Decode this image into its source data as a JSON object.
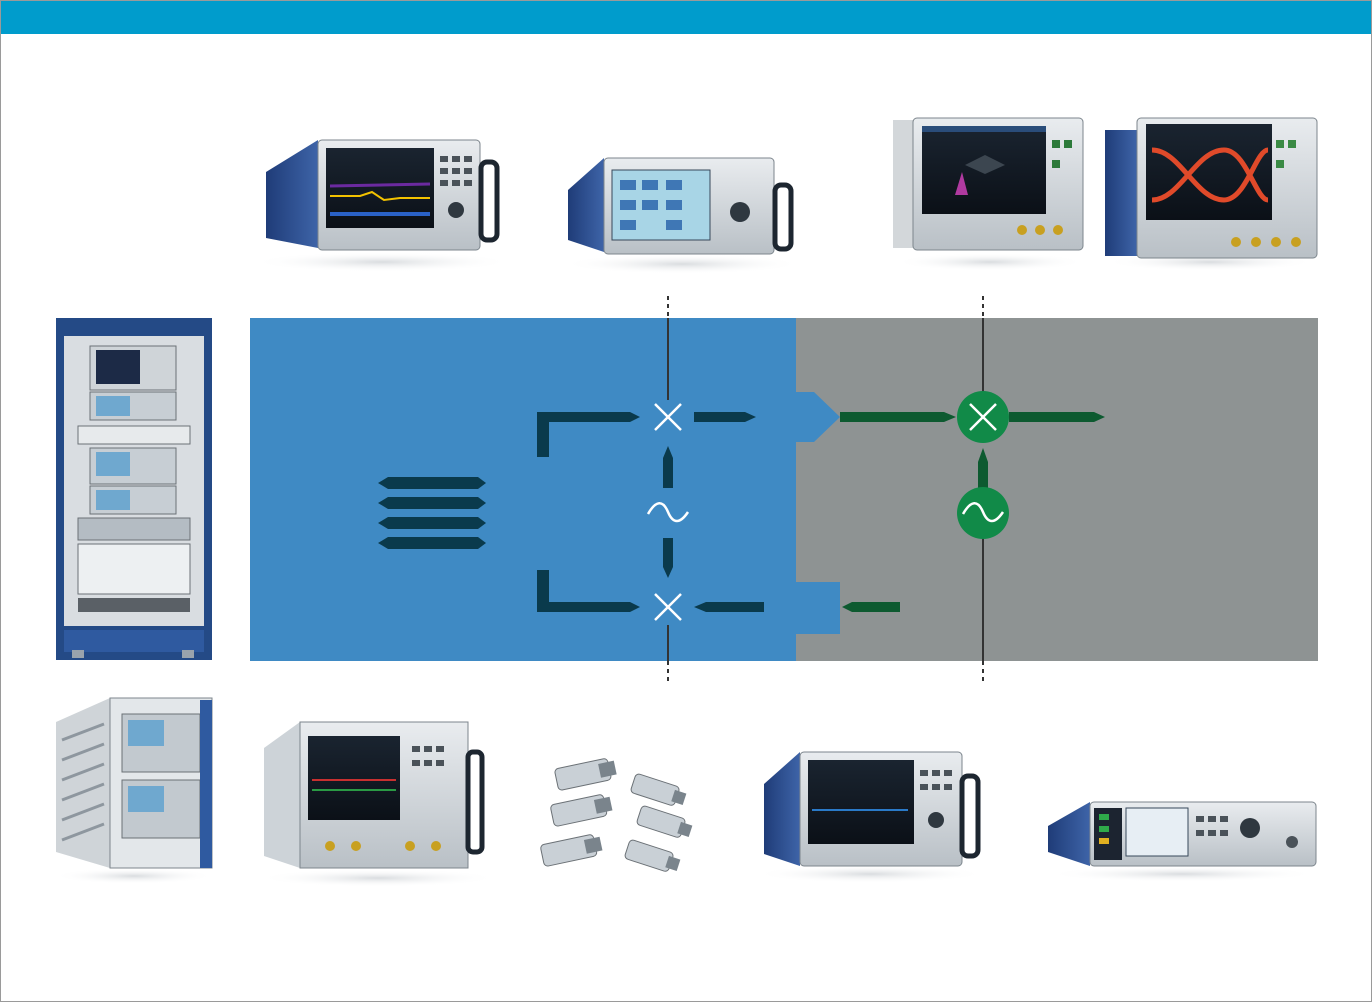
{
  "theme": {
    "header_bar": "#009ccc",
    "baseband_block": "#3f8ac4",
    "rf_block": "#8e9393",
    "arrow_dark": "#0a3a4c",
    "arrow_green": "#0d5a30",
    "node_green": "#118a48",
    "symbol_white": "#ffffff"
  },
  "diagram": {
    "blocks": [
      "baseband-block",
      "rf-block"
    ],
    "signal_flow": {
      "iq_modulator": [
        "mixer-i",
        "mixer-q",
        "lo-baseband"
      ],
      "up_converter": [
        "mixer-rf",
        "lo-rf"
      ]
    }
  },
  "instruments": [
    {
      "id": "signal-analyzer-top",
      "icon": "signal-analyzer-icon"
    },
    {
      "id": "vector-signal-generator-top",
      "icon": "signal-generator-icon"
    },
    {
      "id": "oscilloscope-spectrum",
      "icon": "oscilloscope-icon"
    },
    {
      "id": "oscilloscope-eye-diagram",
      "icon": "oscilloscope-icon"
    },
    {
      "id": "test-rack-tall",
      "icon": "rack-icon"
    },
    {
      "id": "test-rack-compact",
      "icon": "rack-icon"
    },
    {
      "id": "vector-network-analyzer",
      "icon": "network-analyzer-icon"
    },
    {
      "id": "power-sensors",
      "icon": "power-sensor-icon"
    },
    {
      "id": "spectrum-analyzer-bottom",
      "icon": "signal-analyzer-icon"
    },
    {
      "id": "signal-generator-compact",
      "icon": "signal-generator-icon"
    }
  ]
}
